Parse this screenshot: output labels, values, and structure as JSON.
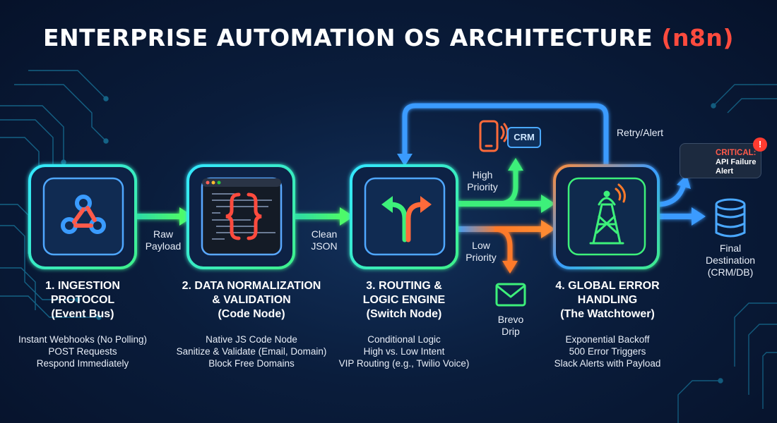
{
  "title": {
    "main": "ENTERPRISE AUTOMATION OS ARCHITECTURE",
    "accent": "(n8n)"
  },
  "stages": [
    {
      "title_lines": [
        "1. INGESTION",
        "PROTOCOL",
        "(Event Bus)"
      ],
      "desc_lines": [
        "Instant Webhooks (No Polling)",
        "POST Requests",
        "Respond Immediately"
      ]
    },
    {
      "title_lines": [
        "2. DATA NORMALIZATION",
        "& VALIDATION",
        "(Code Node)"
      ],
      "desc_lines": [
        "Native JS Code Node",
        "Sanitize & Validate (Email, Domain)",
        "Block Free Domains"
      ]
    },
    {
      "title_lines": [
        "3. ROUTING &",
        "LOGIC ENGINE",
        "(Switch Node)"
      ],
      "desc_lines": [
        "Conditional Logic",
        "High vs. Low Intent",
        "VIP Routing (e.g., Twilio Voice)"
      ]
    },
    {
      "title_lines": [
        "4. GLOBAL ERROR",
        "HANDLING",
        "(The Watchtower)"
      ],
      "desc_lines": [
        "Exponential Backoff",
        "500 Error Triggers",
        "Slack Alerts with Payload"
      ]
    }
  ],
  "flow_labels": {
    "raw": [
      "Raw",
      "Payload"
    ],
    "clean": [
      "Clean",
      "JSON"
    ],
    "high": [
      "High",
      "Priority"
    ],
    "low": [
      "Low",
      "Priority"
    ],
    "retry": "Retry/Alert",
    "brevo": [
      "Brevo",
      "Drip"
    ],
    "destination": [
      "Final",
      "Destination",
      "(CRM/DB)"
    ]
  },
  "crm_badge": "CRM",
  "alert": {
    "critical": "CRITICAL:",
    "line2": "API Failure",
    "line3": "Alert",
    "mark": "!"
  },
  "colors": {
    "green": "#3df07a",
    "orange": "#ff7a2a",
    "blue": "#3a9bff",
    "cyan": "#29d3e6",
    "red": "#ff4b3e",
    "background": "#0a1d3c"
  }
}
